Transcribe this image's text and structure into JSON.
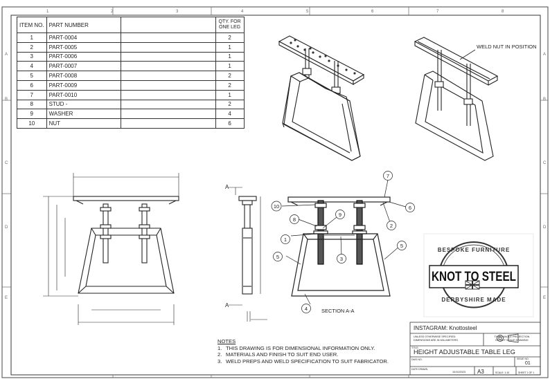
{
  "border": {
    "columns": [
      "1",
      "2",
      "3",
      "4",
      "5",
      "6",
      "7",
      "8"
    ],
    "rows": [
      "A",
      "B",
      "C",
      "D",
      "E"
    ]
  },
  "bom": {
    "headers": {
      "item": "ITEM NO.",
      "part": "PART NUMBER",
      "qty": "QTY. FOR ONE LEG"
    },
    "rows": [
      {
        "item": "1",
        "part": "PART-0004",
        "qty": "2"
      },
      {
        "item": "2",
        "part": "PART-0005",
        "qty": "1"
      },
      {
        "item": "3",
        "part": "PART-0006",
        "qty": "1"
      },
      {
        "item": "4",
        "part": "PART-0007",
        "qty": "1"
      },
      {
        "item": "5",
        "part": "PART-0008",
        "qty": "2"
      },
      {
        "item": "6",
        "part": "PART-0009",
        "qty": "2"
      },
      {
        "item": "7",
        "part": "PART-0010",
        "qty": "1"
      },
      {
        "item": "8",
        "part": "STUD -",
        "qty": "2"
      },
      {
        "item": "9",
        "part": "WASHER",
        "qty": "4"
      },
      {
        "item": "10",
        "part": "NUT",
        "qty": "6"
      }
    ]
  },
  "callouts": {
    "weld_nut": "WELD NUT IN POSITION",
    "section_marker": "A",
    "section_label": "SECTION A-A"
  },
  "balloons": [
    "1",
    "2",
    "3",
    "4",
    "5",
    "5",
    "6",
    "7",
    "8",
    "9",
    "10"
  ],
  "logo": {
    "top_text": "BESPOKE FURNITURE",
    "main_text": "KNOT TO STEEL",
    "bottom_text": "DERBYSHIRE MADE"
  },
  "notes": {
    "title": "NOTES",
    "items": [
      "THIS DRAWING IS FOR DIMENSIONAL INFORMATION ONLY.",
      "MATERIALS AND FINISH TO SUIT END USER.",
      "WELD PREPS AND WELD SPECIFICATION TO SUIT FABRICATOR."
    ],
    "numbers": [
      "1.",
      "2.",
      "3."
    ]
  },
  "title_block": {
    "instagram": "INSTAGRAM:  Knottosteel",
    "unless_note_1": "UNLESS OTHERWISE SPECIFIED:",
    "unless_note_2": "DIMENSIONS ARE IN MILLIMETERS",
    "projection_1": "THIRD ANGLE PROJECTION",
    "projection_2": "DO NOT SCALE DRAWING",
    "title_label": "TITLE:",
    "title": "HEIGHT ADJUSTABLE TABLE LEG",
    "issue_label": "ISSUE NO.",
    "issue": "01",
    "dwg_label": "DWG NO.",
    "date_label": "DATE DRAWN",
    "date": "10/10/2023",
    "size": "A3",
    "scale": "SCALE: 1:10",
    "sheet": "SHEET 1 OF 1"
  }
}
